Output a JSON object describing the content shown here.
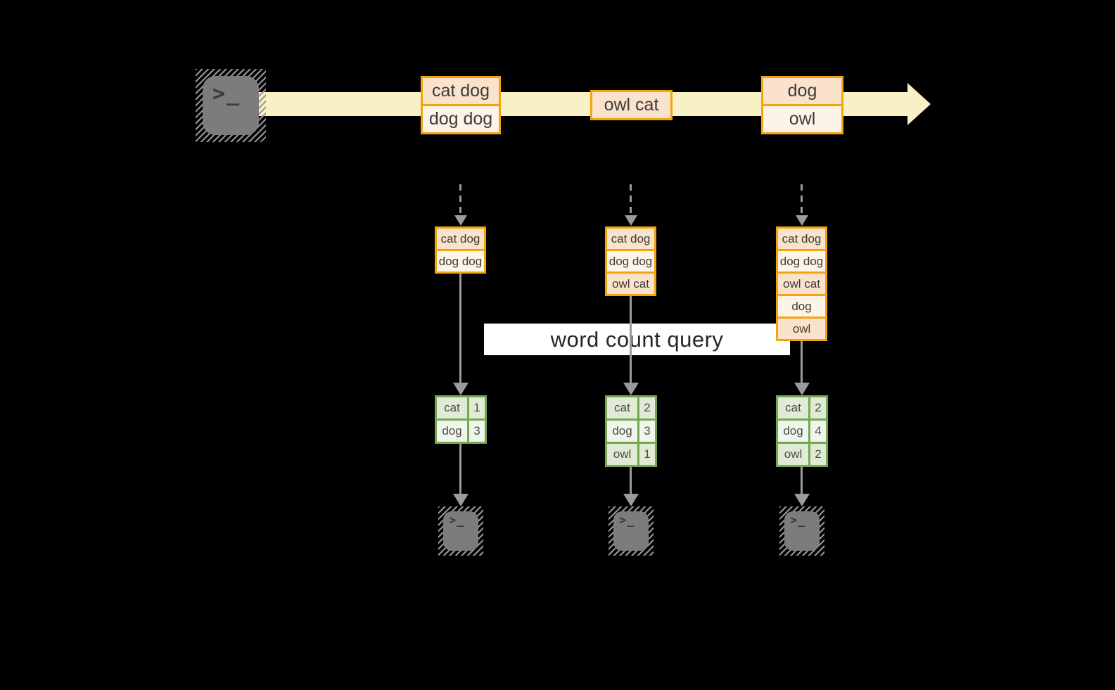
{
  "banner": {
    "label": "word count query"
  },
  "terminal": {
    "prompt": ">_"
  },
  "stream": {
    "groups": [
      {
        "items": [
          "cat dog",
          "dog dog"
        ]
      },
      {
        "items": [
          "owl cat"
        ]
      },
      {
        "items": [
          "dog",
          "owl"
        ]
      }
    ]
  },
  "columns": [
    {
      "buffer": [
        "cat dog",
        "dog dog"
      ],
      "counts": [
        {
          "word": "cat",
          "count": "1"
        },
        {
          "word": "dog",
          "count": "3"
        }
      ]
    },
    {
      "buffer": [
        "cat dog",
        "dog dog",
        "owl cat"
      ],
      "counts": [
        {
          "word": "cat",
          "count": "2"
        },
        {
          "word": "dog",
          "count": "3"
        },
        {
          "word": "owl",
          "count": "1"
        }
      ]
    },
    {
      "buffer": [
        "cat dog",
        "dog dog",
        "owl cat",
        "dog",
        "owl"
      ],
      "counts": [
        {
          "word": "cat",
          "count": "2"
        },
        {
          "word": "dog",
          "count": "4"
        },
        {
          "word": "owl",
          "count": "2"
        }
      ]
    }
  ],
  "colors": {
    "background": "#000000",
    "stream_band": "#faf0c6",
    "event_border": "#f2a50c",
    "event_fill_dark": "#fae3ca",
    "event_fill_light": "#fdf4e7",
    "table_border": "#74a751",
    "table_fill_dark": "#e0ead4",
    "table_fill_light": "#f1f6ec",
    "arrow_gray": "#9b9b9b",
    "terminal_gray": "#7c7c7c"
  }
}
